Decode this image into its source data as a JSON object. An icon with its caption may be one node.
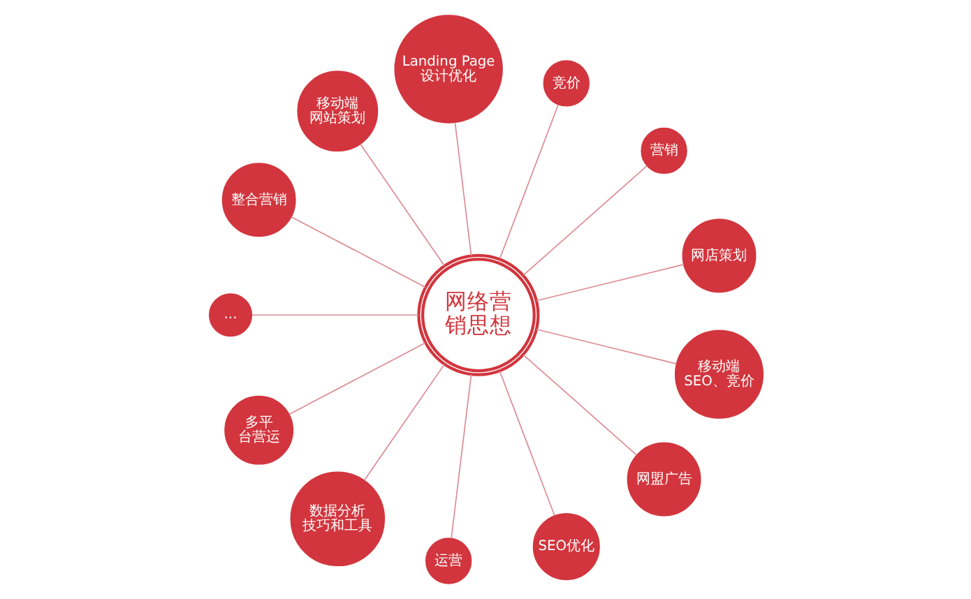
{
  "diagram": {
    "nodes": [
      {
        "text": [
          "网络营销思想"
        ]
      },
      {
        "text": [
          "整合营销"
        ]
      },
      {
        "text": [
          "Landing Page设计优化"
        ]
      },
      {
        "text": [
          "竞价"
        ]
      },
      {
        "text": [
          "移动端网站策划"
        ]
      },
      {
        "text": [
          "营销"
        ]
      },
      {
        "text": [
          "..."
        ]
      },
      {
        "text": [
          "多平台营运"
        ]
      },
      {
        "text": [
          "网店策划"
        ]
      },
      {
        "text": [
          "数据分析技巧和工具"
        ]
      },
      {
        "text": [
          "移动端SEO、竞价"
        ]
      },
      {
        "text": [
          "运营"
        ]
      },
      {
        "text": [
          "网盟广告"
        ]
      },
      {
        "text": [
          "SEO优化"
        ]
      }
    ],
    "edges": [
      {
        "from": 1,
        "to": 0,
        "arrow": "none"
      },
      {
        "from": 2,
        "to": 0,
        "arrow": "none"
      },
      {
        "from": 3,
        "to": 0,
        "arrow": "none"
      },
      {
        "from": 4,
        "to": 0,
        "arrow": "none"
      },
      {
        "from": 5,
        "to": 0,
        "arrow": "none"
      },
      {
        "from": 6,
        "to": 0,
        "arrow": "none"
      },
      {
        "from": 7,
        "to": 0,
        "arrow": "none"
      },
      {
        "from": 8,
        "to": 0,
        "arrow": "none"
      },
      {
        "from": 9,
        "to": 0,
        "arrow": "none"
      },
      {
        "from": 10,
        "to": 0,
        "arrow": "none"
      },
      {
        "from": 11,
        "to": 0,
        "arrow": "none"
      },
      {
        "from": 12,
        "to": 0,
        "arrow": "none"
      },
      {
        "from": 13,
        "to": 0,
        "arrow": "none"
      }
    ]
  }
}
